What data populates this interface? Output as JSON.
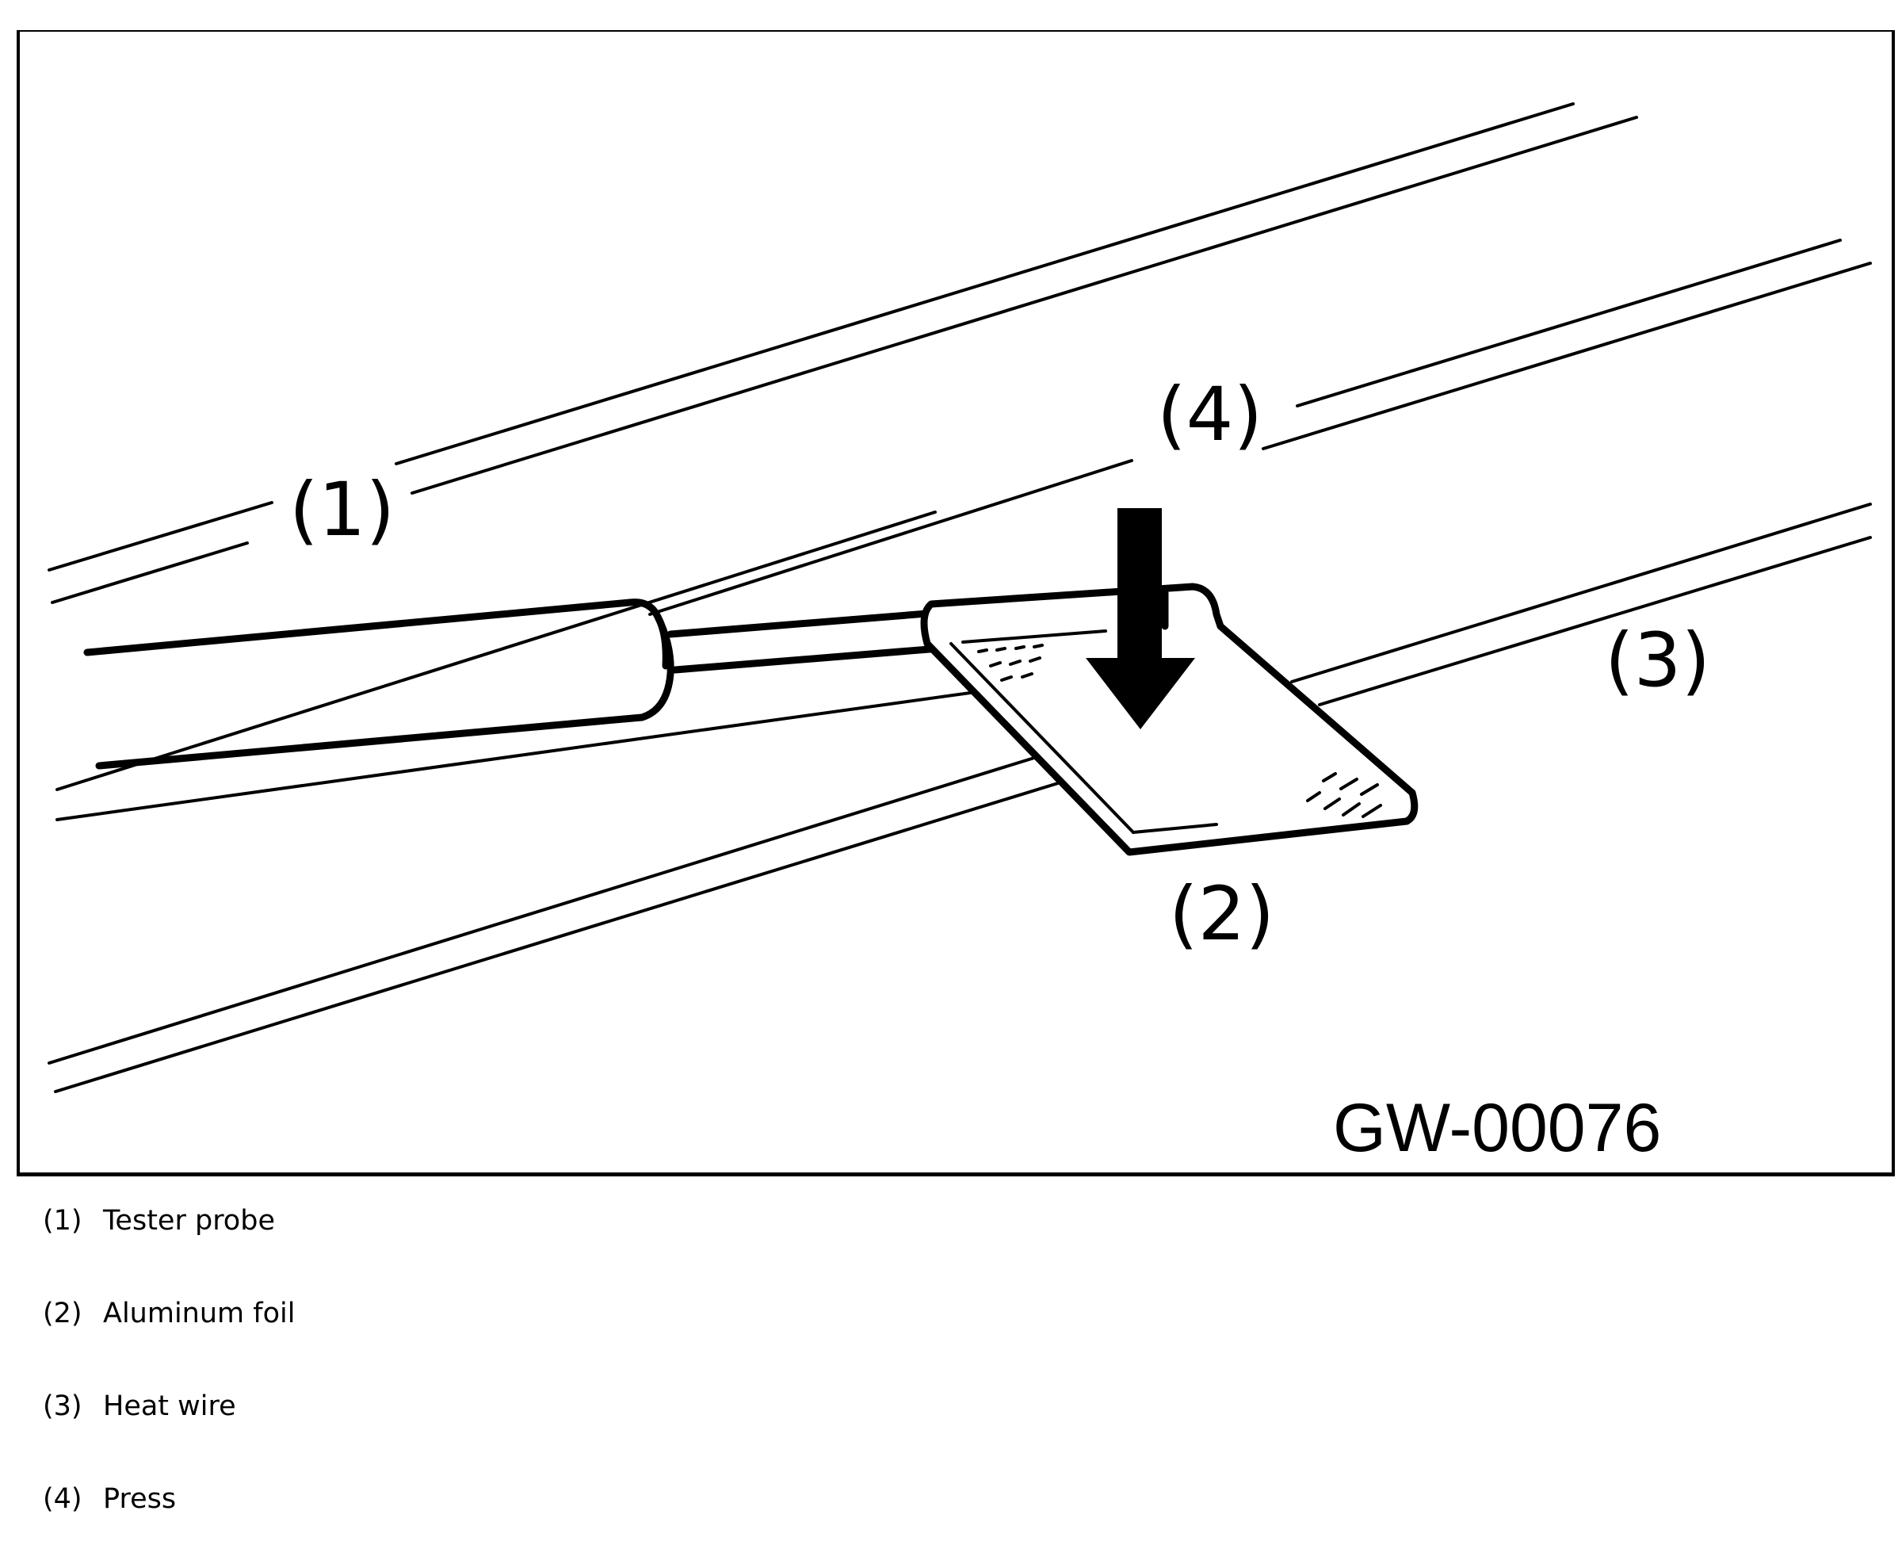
{
  "figure": {
    "callouts": {
      "probe": "(1)",
      "foil": "(2)",
      "heat_wire": "(3)",
      "press": "(4)"
    },
    "figure_id": "GW-00076"
  },
  "legend": [
    {
      "num": "(1)",
      "label": "Tester probe"
    },
    {
      "num": "(2)",
      "label": "Aluminum foil"
    },
    {
      "num": "(3)",
      "label": "Heat wire"
    },
    {
      "num": "(4)",
      "label": "Press"
    }
  ]
}
